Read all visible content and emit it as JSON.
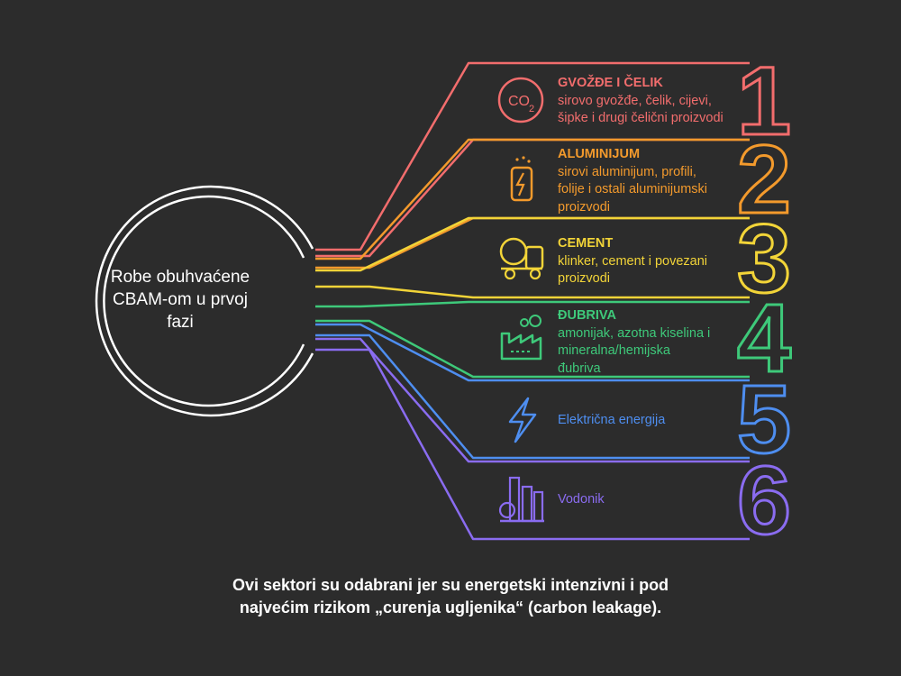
{
  "hub": {
    "label": "Robe obuhvaćene CBAM-om u prvoj fazi"
  },
  "items": [
    {
      "number": "1",
      "title": "GVOŽĐE I ČELIK",
      "lines": [
        "sirovo gvožđe, čelik, cijevi,",
        "šipke i drugi čelični proizvodi"
      ],
      "color": "#f26d6d",
      "icon": "co2-icon"
    },
    {
      "number": "2",
      "title": "ALUMINIJUM",
      "lines": [
        "sirovi aluminijum, profili,",
        "folije i ostali aluminijumski",
        "proizvodi"
      ],
      "color": "#f39a2c",
      "icon": "can-icon"
    },
    {
      "number": "3",
      "title": "CEMENT",
      "lines": [
        "klinker, cement i povezani",
        "proizvodi"
      ],
      "color": "#f2d438",
      "icon": "cement-mixer-icon"
    },
    {
      "number": "4",
      "title": "ĐUBRIVA",
      "lines": [
        "amonijak, azotna kiselina i",
        "mineralna/hemijska",
        "đubriva"
      ],
      "color": "#3ec97a",
      "icon": "factory-icon"
    },
    {
      "number": "5",
      "title": "",
      "lines": [
        "Električna energija"
      ],
      "color": "#4e8ef0",
      "icon": "lightning-icon"
    },
    {
      "number": "6",
      "title": "",
      "lines": [
        "Vodonik"
      ],
      "color": "#8a6cf0",
      "icon": "refinery-icon"
    }
  ],
  "footer": {
    "text": "Ovi sektori su odabrani jer su energetski intenzivni i pod najvećim rizikom „curenja ugljenika“ (carbon leakage)."
  }
}
